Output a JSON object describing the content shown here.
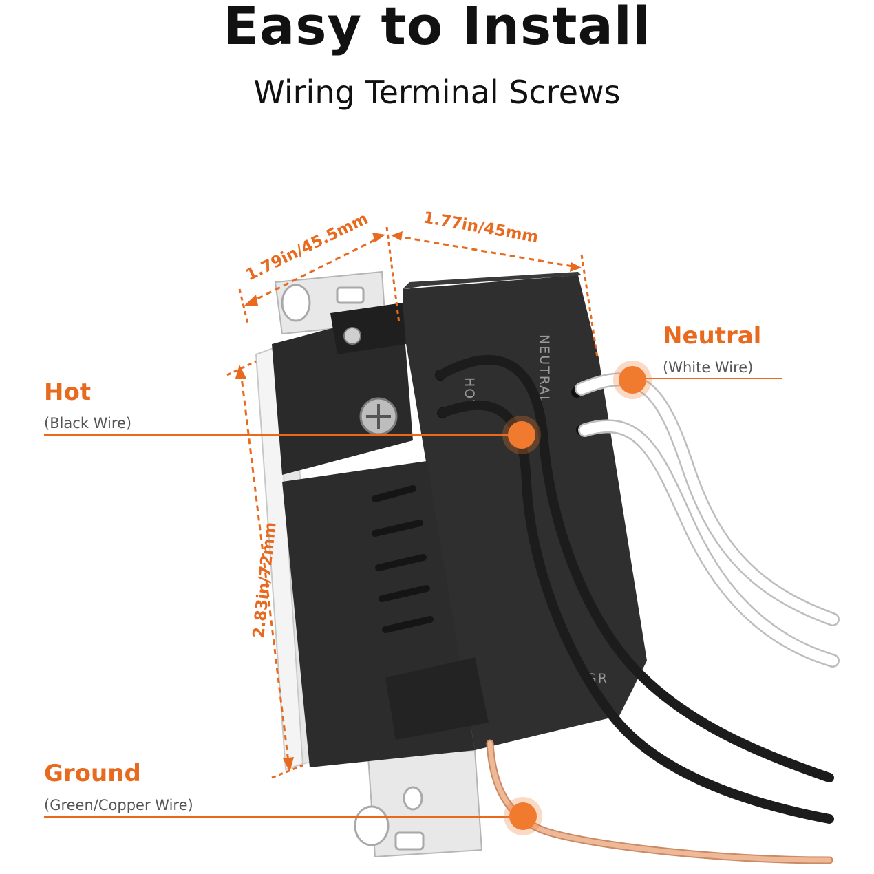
{
  "header": {
    "title": "Easy to Install",
    "subtitle": "Wiring Terminal Screws"
  },
  "dimensions": {
    "depth": "1.79in/45.5mm",
    "width": "1.77in/45mm",
    "height": "2.83in/72mm"
  },
  "callouts": {
    "hot": {
      "title": "Hot",
      "sub": "(Black Wire)"
    },
    "neutral": {
      "title": "Neutral",
      "sub": "(White Wire)"
    },
    "ground": {
      "title": "Ground",
      "sub": "(Green/Copper Wire)"
    }
  },
  "device_labels": {
    "hot": "HOT",
    "neutral": "NEUTRAL",
    "ground": "GR"
  },
  "colors": {
    "accent": "#e86a1f",
    "body": "#2b2b2b",
    "copper": "#e4a27c"
  }
}
